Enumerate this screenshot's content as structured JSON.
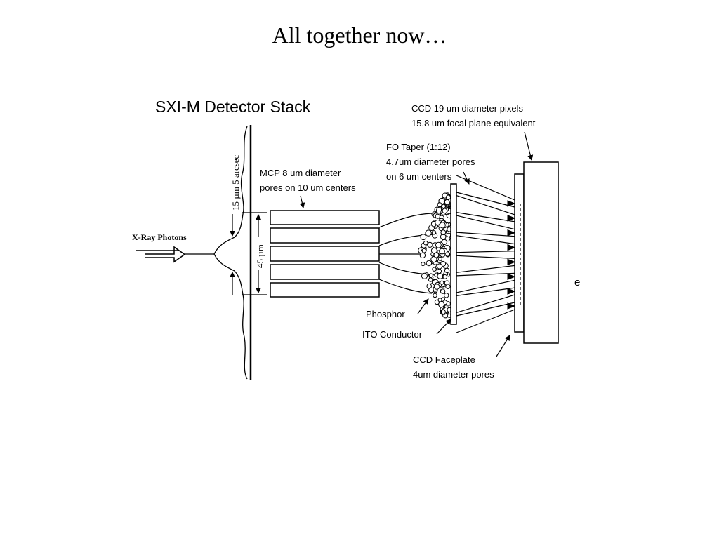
{
  "slide": {
    "title": "All together now…"
  },
  "diagram": {
    "title": "SXI-M Detector Stack",
    "labels": {
      "xray": "X-Ray Photons",
      "arcsec": "15 µm 5 arcsec",
      "pitch": "45 µm",
      "mcp_line1": "MCP 8 um  diameter",
      "mcp_line2": "pores on 10 um centers",
      "fo_line1": "FO Taper (1:12)",
      "fo_line2": "4.7um diameter pores",
      "fo_line3": "on 6 um centers",
      "ccd_line1": "CCD 19 um diameter pixels",
      "ccd_line2": "15.8 um  focal plane equivalent",
      "phosphor": "Phosphor",
      "ito": "ITO Conductor",
      "faceplate_line1": "CCD Faceplate",
      "faceplate_line2": "4um diameter pores",
      "edge": "e"
    }
  }
}
